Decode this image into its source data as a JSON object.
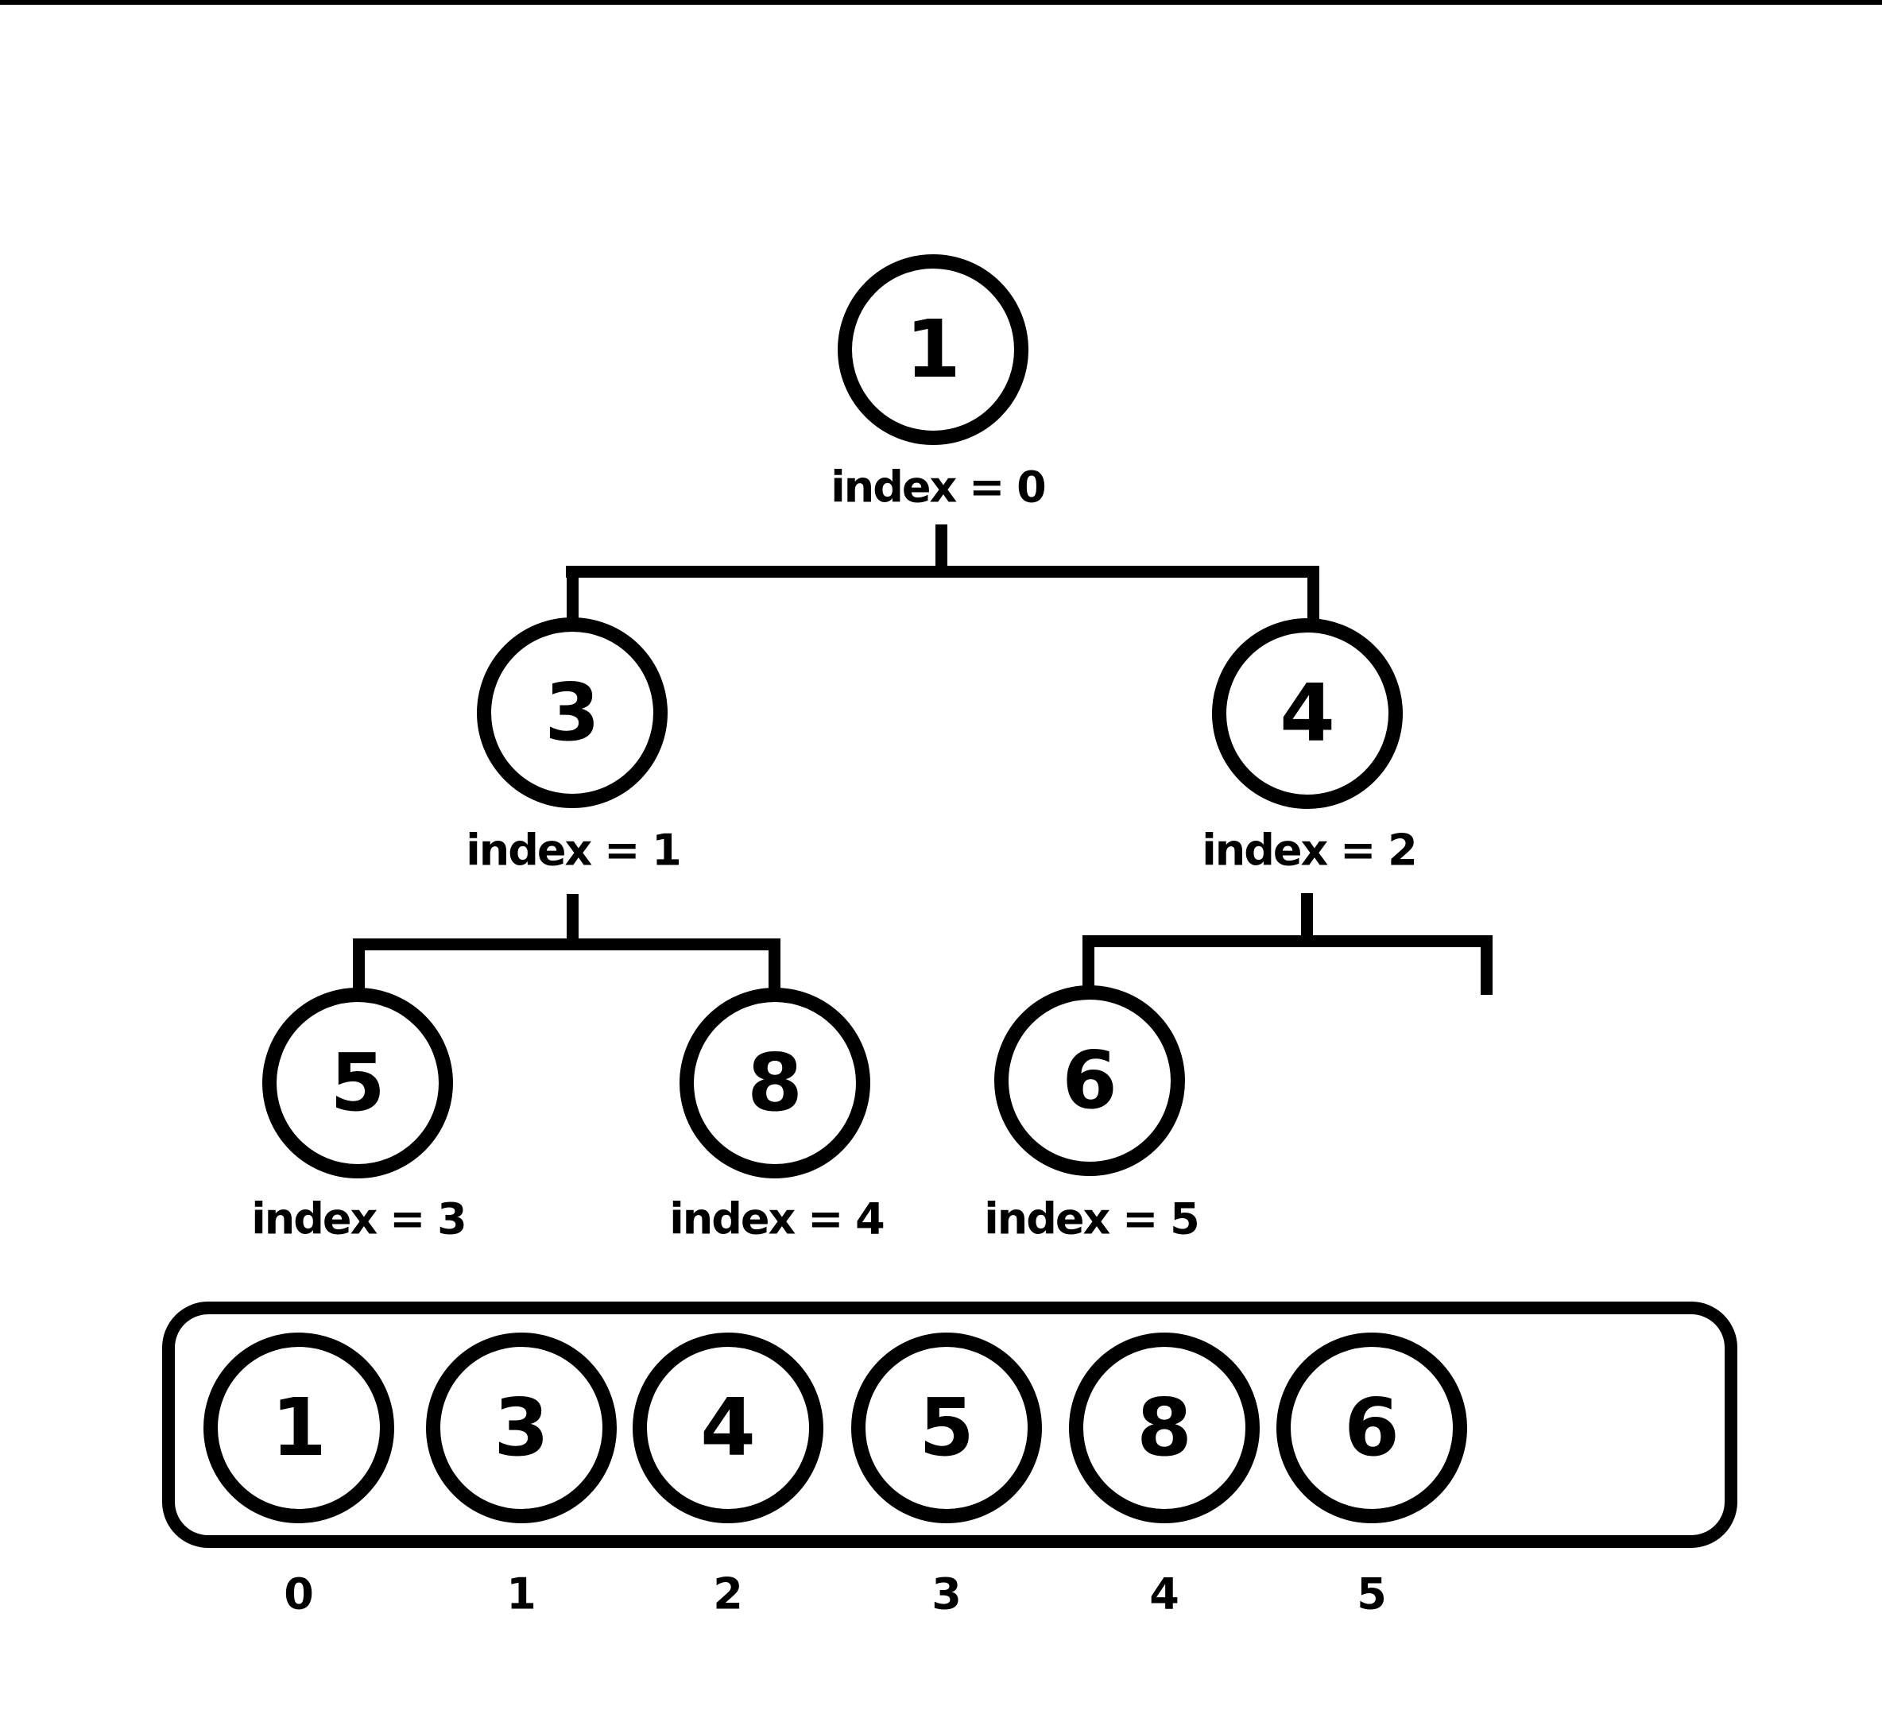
{
  "colors": {
    "ink": "#000000",
    "background": "#ffffff"
  },
  "tree": {
    "nodes": [
      {
        "value": "1",
        "index_label": "index = 0"
      },
      {
        "value": "3",
        "index_label": "index = 1"
      },
      {
        "value": "4",
        "index_label": "index = 2"
      },
      {
        "value": "5",
        "index_label": "index = 3"
      },
      {
        "value": "8",
        "index_label": "index = 4"
      },
      {
        "value": "6",
        "index_label": "index = 5"
      }
    ]
  },
  "array": {
    "cells": [
      {
        "value": "1",
        "index": "0"
      },
      {
        "value": "3",
        "index": "1"
      },
      {
        "value": "4",
        "index": "2"
      },
      {
        "value": "5",
        "index": "3"
      },
      {
        "value": "8",
        "index": "4"
      },
      {
        "value": "6",
        "index": "5"
      }
    ]
  }
}
